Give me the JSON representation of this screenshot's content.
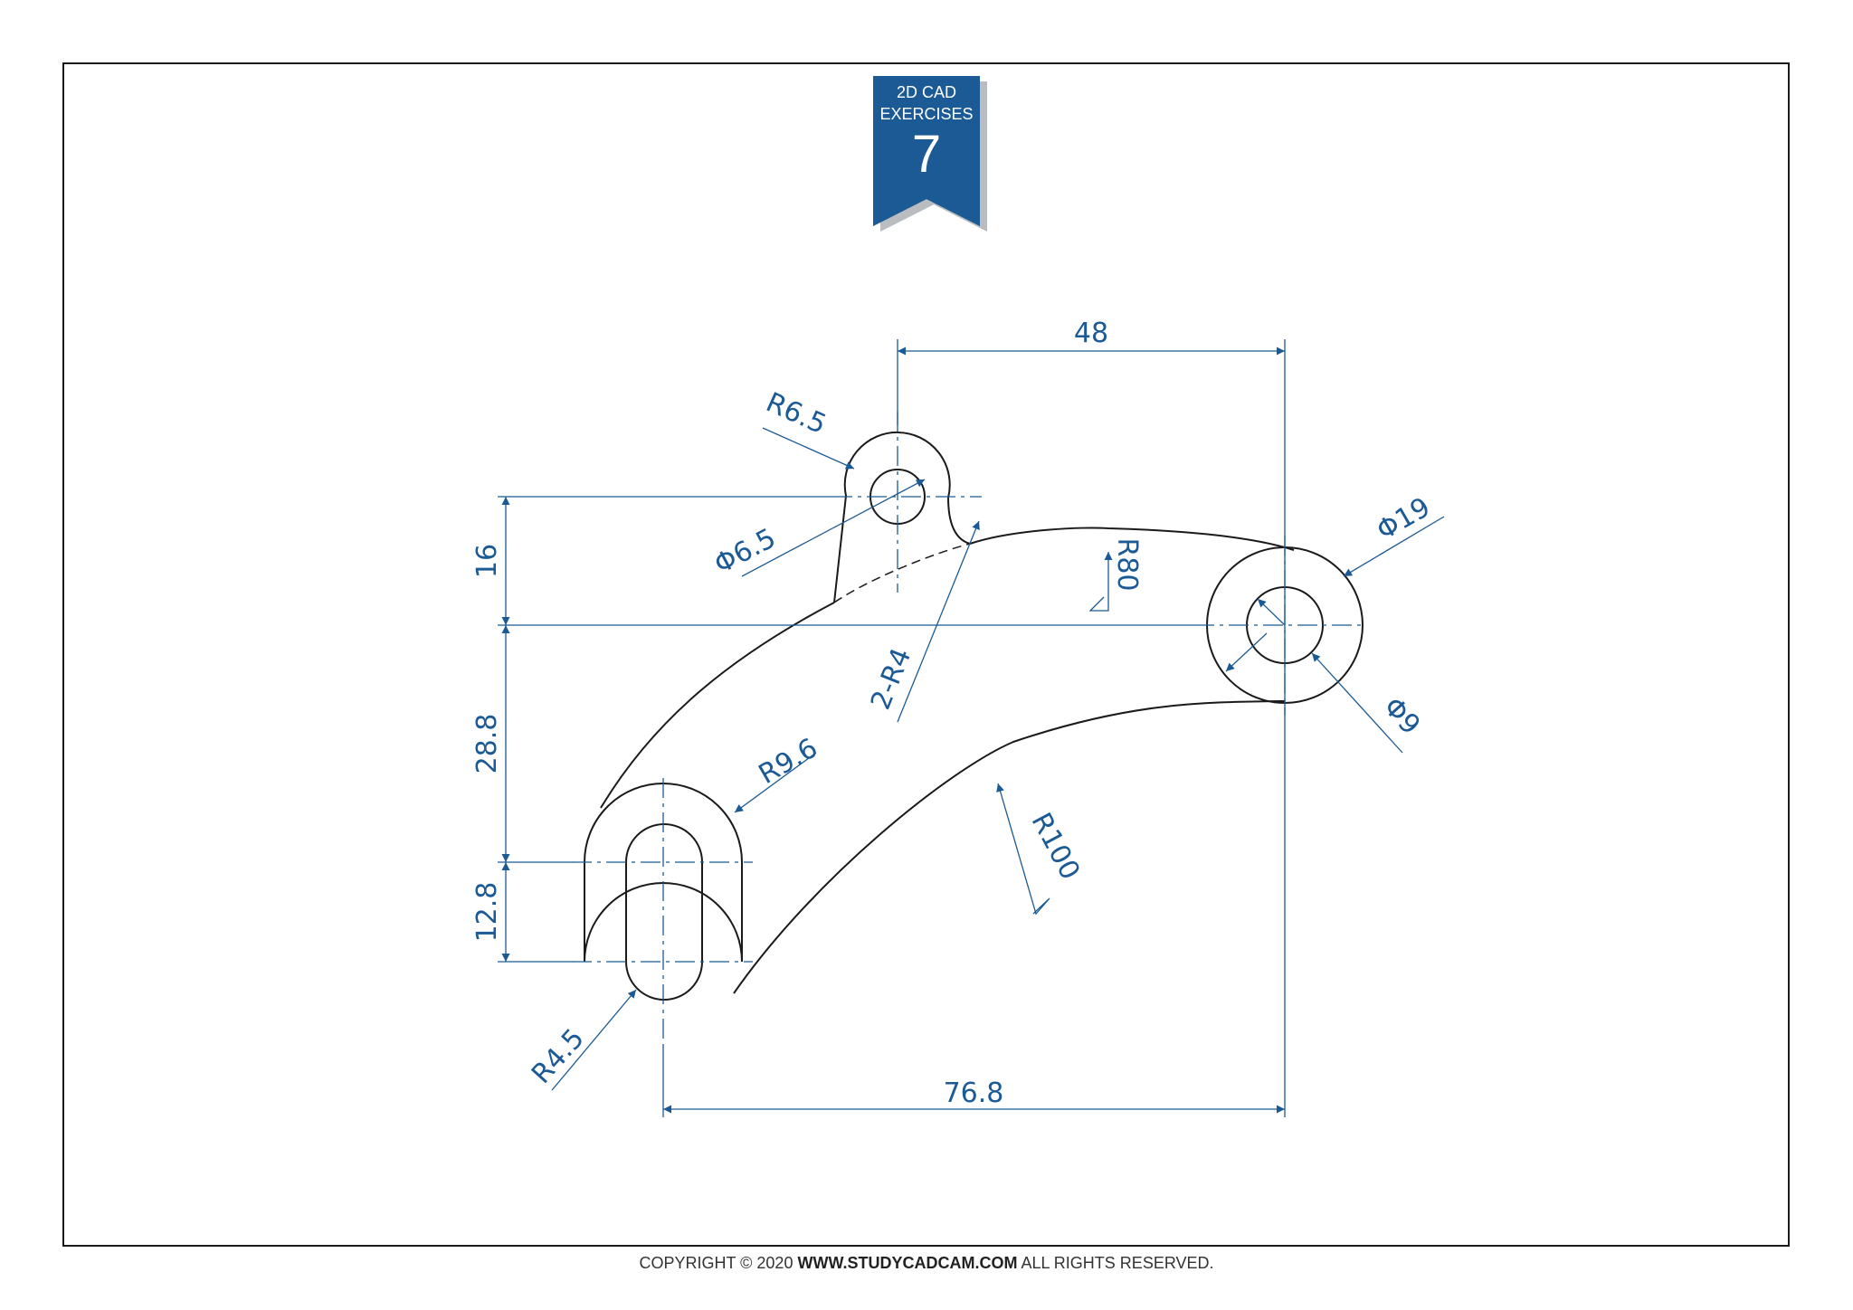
{
  "badge": {
    "line1": "2D CAD",
    "line2": "EXERCISES",
    "number": "7"
  },
  "dimensions": {
    "top_width": "48",
    "bottom_width": "76.8",
    "left_height_upper": "16",
    "left_height_middle": "28.8",
    "left_height_lower": "12.8",
    "lug_radius": "R6.5",
    "lug_hole": "Φ6.5",
    "fillet_radii": "2-R4",
    "upper_arc": "R80",
    "lower_arc": "R100",
    "boss_outer": "Φ19",
    "boss_inner": "Φ9",
    "slot_outer_radius": "R9.6",
    "slot_inner_radius": "R4.5"
  },
  "copyright": {
    "prefix": "COPYRIGHT © 2020 ",
    "site": "WWW.STUDYCADCAM.COM",
    "suffix": " ALL RIGHTS RESERVED."
  },
  "colors": {
    "dimension": "#1b5a94",
    "outline": "#1a1a1a",
    "badge": "#1b5a94"
  }
}
